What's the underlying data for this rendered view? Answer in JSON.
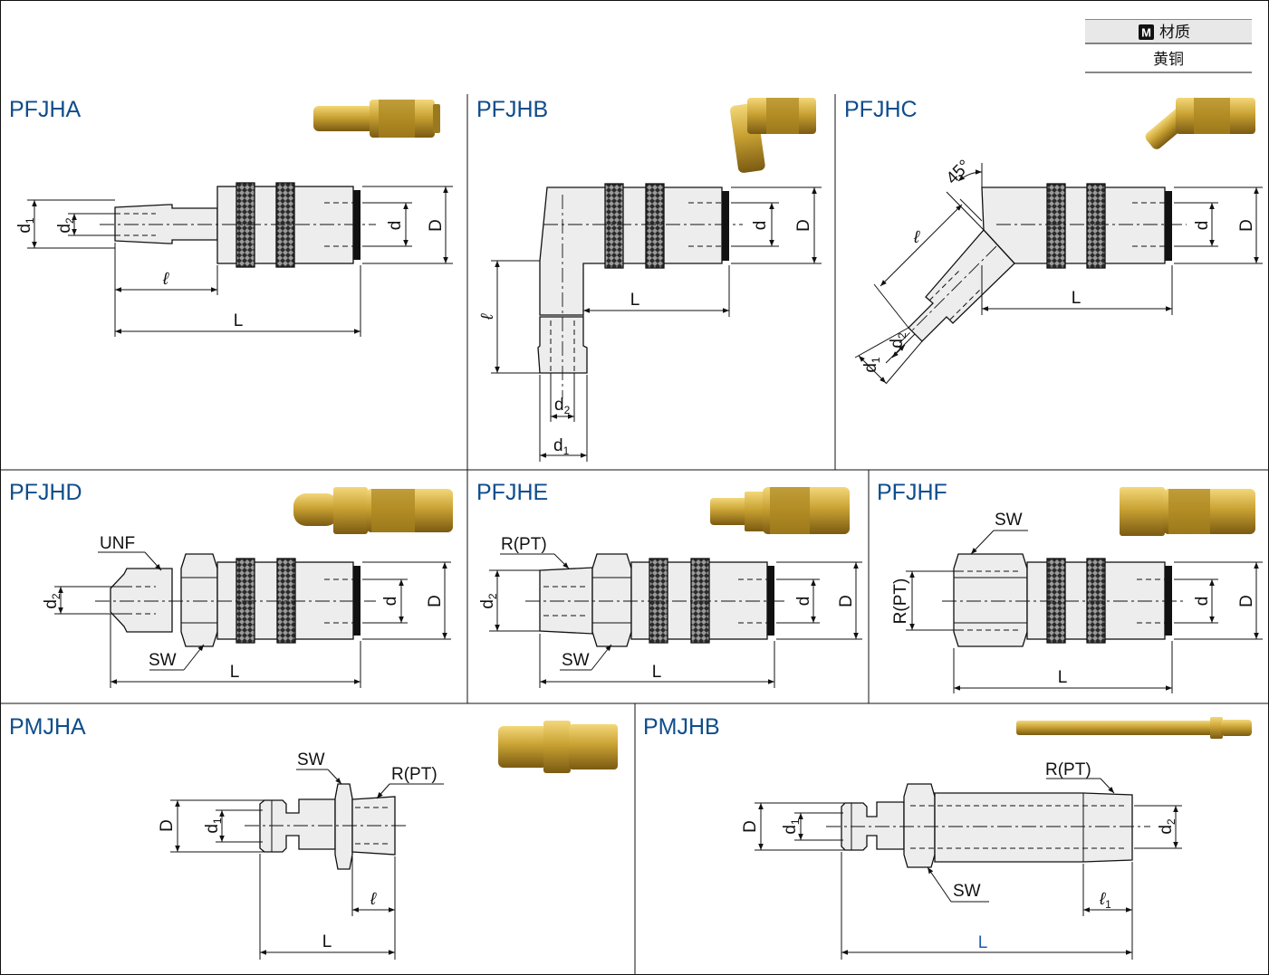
{
  "material": {
    "icon_letter": "M",
    "header": "材质",
    "value": "黄铜"
  },
  "panels": [
    {
      "id": "pfjha",
      "title": "PFJHA",
      "labels": {
        "d1": "d",
        "d1s": "1",
        "d2": "d",
        "d2s": "2",
        "d": "d",
        "D": "D",
        "l": "ℓ",
        "L": "L"
      }
    },
    {
      "id": "pfjhb",
      "title": "PFJHB",
      "labels": {
        "d": "d",
        "D": "D",
        "l": "ℓ",
        "L": "L",
        "d2": "d",
        "d2s": "2",
        "d1": "d",
        "d1s": "1"
      }
    },
    {
      "id": "pfjhc",
      "title": "PFJHC",
      "labels": {
        "angle": "45°",
        "l": "ℓ",
        "d": "d",
        "D": "D",
        "L": "L",
        "d2": "d",
        "d2s": "2",
        "d1": "d",
        "d1s": "1"
      }
    },
    {
      "id": "pfjhd",
      "title": "PFJHD",
      "labels": {
        "unf": "UNF",
        "d2": "d",
        "d2s": "2",
        "d": "d",
        "D": "D",
        "sw": "SW",
        "L": "L"
      }
    },
    {
      "id": "pfjhe",
      "title": "PFJHE",
      "labels": {
        "rpt": "R(PT)",
        "d2": "d",
        "d2s": "2",
        "d": "d",
        "D": "D",
        "sw": "SW",
        "L": "L"
      }
    },
    {
      "id": "pfjhf",
      "title": "PFJHF",
      "labels": {
        "sw": "SW",
        "rpt": "R(PT)",
        "d": "d",
        "D": "D",
        "L": "L"
      }
    },
    {
      "id": "pmjha",
      "title": "PMJHA",
      "labels": {
        "sw": "SW",
        "rpt": "R(PT)",
        "D": "D",
        "d1": "d",
        "d1s": "1",
        "l": "ℓ",
        "L": "L"
      }
    },
    {
      "id": "pmjhb",
      "title": "PMJHB",
      "labels": {
        "rpt": "R(PT)",
        "D": "D",
        "d1": "d",
        "d1s": "1",
        "d2": "d",
        "d2s": "2",
        "sw": "SW",
        "l1": "ℓ",
        "l1s": "1",
        "L": "L"
      }
    }
  ],
  "colors": {
    "title": "#0f4d8c",
    "brass": "#c9a233",
    "highlight_L": "#1d5fa8"
  }
}
